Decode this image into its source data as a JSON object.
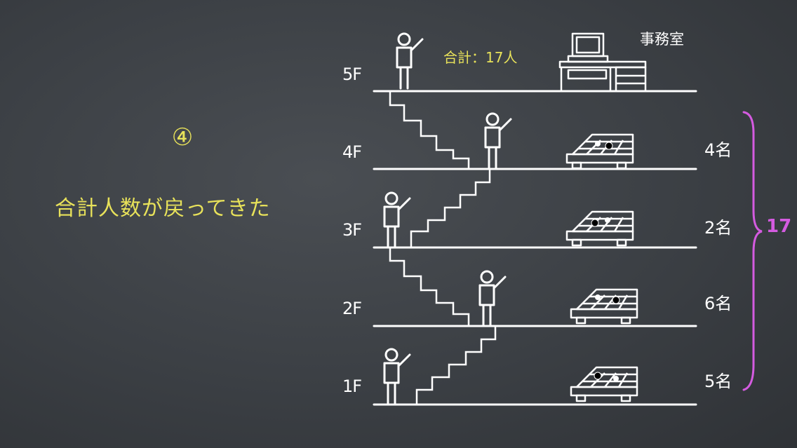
{
  "header": {
    "step_marker": "④",
    "caption": "合計人数が戻ってきた"
  },
  "building": {
    "total_label": "合計：17人",
    "office_label": "事務室",
    "floors": [
      {
        "label": "5F",
        "count": ""
      },
      {
        "label": "4F",
        "count": "4名"
      },
      {
        "label": "3F",
        "count": "2名"
      },
      {
        "label": "2F",
        "count": "6名"
      },
      {
        "label": "1F",
        "count": "5名"
      }
    ],
    "brace_total": "17"
  },
  "colors": {
    "board": "#3b3f44",
    "chalk": "#ffffff",
    "highlight": "#e8e25a",
    "brace": "#d45be0"
  }
}
